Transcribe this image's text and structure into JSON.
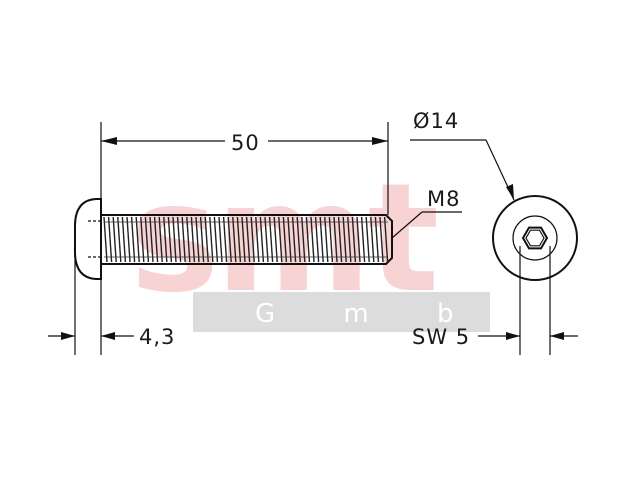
{
  "dimensions": {
    "length": "50",
    "thread": "M8",
    "head_diameter": "Ø14",
    "head_height": "4,3",
    "socket_size": "SW 5"
  },
  "watermark": {
    "logo": "smt",
    "company": "G m b H"
  },
  "colors": {
    "watermark_pink": "#f7d3d3",
    "watermark_grey": "#dcdcdc",
    "line": "#111111"
  }
}
